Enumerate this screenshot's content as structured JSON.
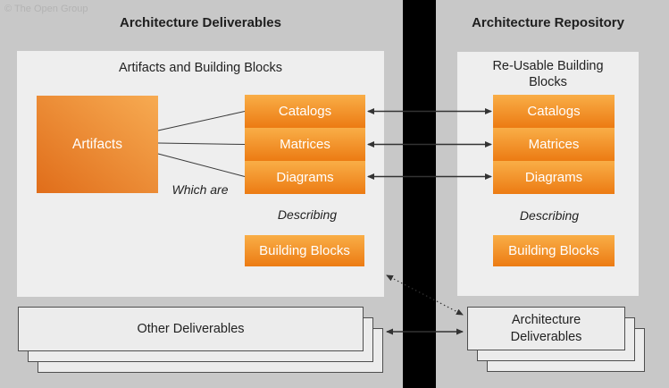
{
  "copyright": "© The Open Group",
  "left_section": {
    "title": "Architecture Deliverables",
    "panel_title": "Artifacts and Building Blocks",
    "artifacts_label": "Artifacts",
    "boxes": [
      "Catalogs",
      "Matrices",
      "Diagrams"
    ],
    "which_are_label": "Which are",
    "describing_label": "Describing",
    "building_blocks_label": "Building Blocks"
  },
  "right_section": {
    "title": "Architecture Repository",
    "panel_title": "Re-Usable Building Blocks",
    "boxes": [
      "Catalogs",
      "Matrices",
      "Diagrams"
    ],
    "describing_label": "Describing",
    "building_blocks_label": "Building Blocks"
  },
  "bottom": {
    "other_deliverables_label": "Other Deliverables",
    "architecture_deliverables_label": "Architecture Deliverables"
  },
  "colors": {
    "background": "#c8c8c8",
    "panel": "#eeeeee",
    "orange_top": "#f9ae47",
    "orange_bottom": "#ec7b13",
    "divider": "#000000",
    "arrow": "#333333"
  }
}
